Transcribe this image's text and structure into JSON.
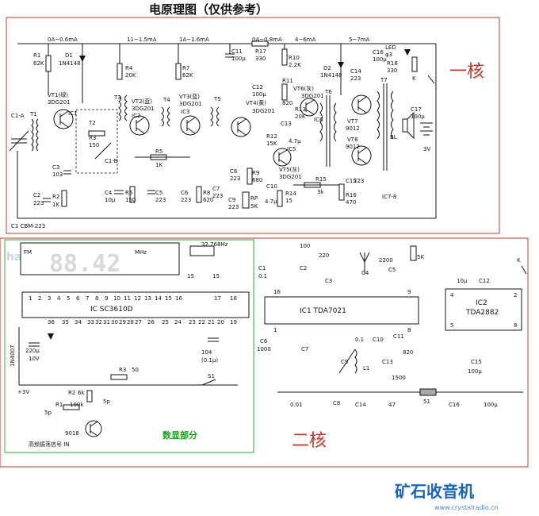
{
  "title": "电原理图（仅供参考）",
  "sections": {
    "core1": "一核",
    "core2": "二核",
    "display": "数显部分"
  },
  "watermark": "haoDIY",
  "brand": {
    "name": "矿石收音机",
    "url": "www.crystalradio.cn"
  },
  "currents": [
    "0A~0.6mA",
    "11~1.5mA",
    "1A~1.6mA",
    "0A~0.8mA",
    "4~6mA",
    "5~7mA"
  ],
  "top_labels": {
    "R1": "R1",
    "R1v": "62K",
    "D1": "D1",
    "D1v": "1N4148",
    "VT1": "VT1(绿)",
    "VT1t": "3DG201",
    "IC1": "IC1",
    "T1": "T1",
    "T2": "T2",
    "T3": "T3",
    "T4": "T4",
    "T5": "T5",
    "T6": "T6",
    "T7": "T7",
    "R4": "R4",
    "R4v": "20K",
    "R7": "R7",
    "R7v": "62K",
    "VT2": "VT2(蓝)",
    "VT2t": "3DG201",
    "IC2": "IC2",
    "VT3": "VT3(蓝)",
    "VT3t": "3DG201",
    "IC3": "IC3",
    "VT4": "VT4(黄)",
    "VT4t": "3DG201",
    "C11": "C11",
    "C11v": "100μ",
    "R17": "R17",
    "R17v": "330",
    "R10": "R10",
    "R10v": "2.2K",
    "R11": "R11",
    "R11v": "820",
    "C12": "C12",
    "C12v": "100μ",
    "R13": "R13",
    "R13v": "20K",
    "VT6": "VT6(灰)",
    "VT6t": "3DG201",
    "IC6": "IC6",
    "D2": "D2",
    "D2v": "1N4148",
    "C14": "C14",
    "C14v": "223",
    "C16": "C16",
    "C16v": "100μ",
    "LED": "LED",
    "LEDv": "φ3",
    "R18": "R18",
    "R18v": "330",
    "K": "K",
    "VT7": "VT7",
    "VT7t": "9012",
    "VT8": "VT8",
    "VT8t": "9012",
    "BL": "BL",
    "C17": "C17",
    "C17v": "100μ",
    "bat": "3V",
    "C1A": "C1-A",
    "C3": "C3",
    "C3v": "103",
    "C2": "C2",
    "C2v": "223",
    "R2": "R2",
    "R2v": "1K",
    "R3": "R3",
    "R3v": "150",
    "C1B": "C1-B",
    "C1CBM": "C1 CBM-223",
    "C4": "C4",
    "C4v": "10μ",
    "R6": "R6",
    "R6v": "150",
    "R5": "R5",
    "R5v": "1K",
    "C5": "C5",
    "C5v": "223",
    "C6": "C6",
    "C6v": "223",
    "R8": "R8",
    "R8v": "620",
    "C7": "C7",
    "C7v": "223",
    "C8": "C8",
    "C8v": "223",
    "R9": "R9",
    "R9v": "680",
    "C9": "C9",
    "C9v": "223",
    "RP": "RP",
    "RPv": "5K",
    "C10": "C10",
    "C10v": "4.7μ",
    "R12": "R12",
    "R12v": "15K",
    "IC5": "IC5",
    "VT5": "VT5(灰)",
    "VT5t": "3DG201",
    "C13": "C13",
    "C13v": "4.7μ",
    "R14": "R14",
    "R14v": "15",
    "R15": "R15",
    "R15v": "3k",
    "R16": "R16",
    "R16v": "470",
    "C15": "C15",
    "C15v": "223",
    "IC78": "IC7-8"
  },
  "display": {
    "fm": "FM",
    "mhz": "MHz",
    "digits": "88.42",
    "crystal": "32.768Hz",
    "c15a": "15",
    "c15b": "15",
    "pins_top": [
      "1",
      "2",
      "3",
      "4",
      "5",
      "6",
      "7",
      "8",
      "9",
      "10",
      "11",
      "12",
      "13",
      "14",
      "15",
      "16"
    ],
    "pin17": "17",
    "pin18": "18",
    "ic": "IC SC3610D",
    "pins_bottom": [
      "36",
      "35",
      "34",
      "33",
      "32",
      "31",
      "30",
      "29",
      "28",
      "27",
      "26",
      "25",
      "24",
      "23",
      "22",
      "21",
      "20",
      "19"
    ],
    "diode": "1N4007",
    "cap": "220μ",
    "capv": "10V",
    "c104": "104",
    "c104b": "(0.1μ)",
    "r3": "R3",
    "r3v": "50",
    "s1": "S1",
    "v3": "+3V",
    "r2": "R2",
    "r2v": "6k",
    "r1": "R1",
    "r1v": "100k",
    "c5p1": "5p",
    "c5p2": "5p",
    "tr": "9018",
    "osc": "高频振荡信号 IN"
  },
  "tda7021": {
    "C1": "C1",
    "C1v": "0.1",
    "C2": "C2",
    "C2v": "100",
    "C3": "C3",
    "C3v": "220",
    "C4": "C4",
    "C5": "C5",
    "C5v": "2200",
    "RP": "5K",
    "ic": "IC1  TDA7021",
    "p16": "16",
    "p9": "9",
    "p1": "1",
    "p8": "8",
    "C6": "C6",
    "C6v": "1000",
    "C7": "C7",
    "C9": "C9",
    "L1": "L1",
    "C10": "C10",
    "C10v": "0.1",
    "C11": "C11",
    "C11v": "820",
    "C13": "C13",
    "C13v": "1500",
    "C8": "C8",
    "C8v": "0.01",
    "C14": "C14",
    "C14v": "47",
    "R51": "51",
    "C16": "C16",
    "C16v": "100μ"
  },
  "tda2882": {
    "ic": "IC2",
    "ict": "TDA2882",
    "p4": "4",
    "p2": "2",
    "p5": "5",
    "p8": "8",
    "C12": "C12",
    "C12v": "10μ",
    "C15": "C15",
    "C15v": "100μ",
    "K": "K"
  }
}
